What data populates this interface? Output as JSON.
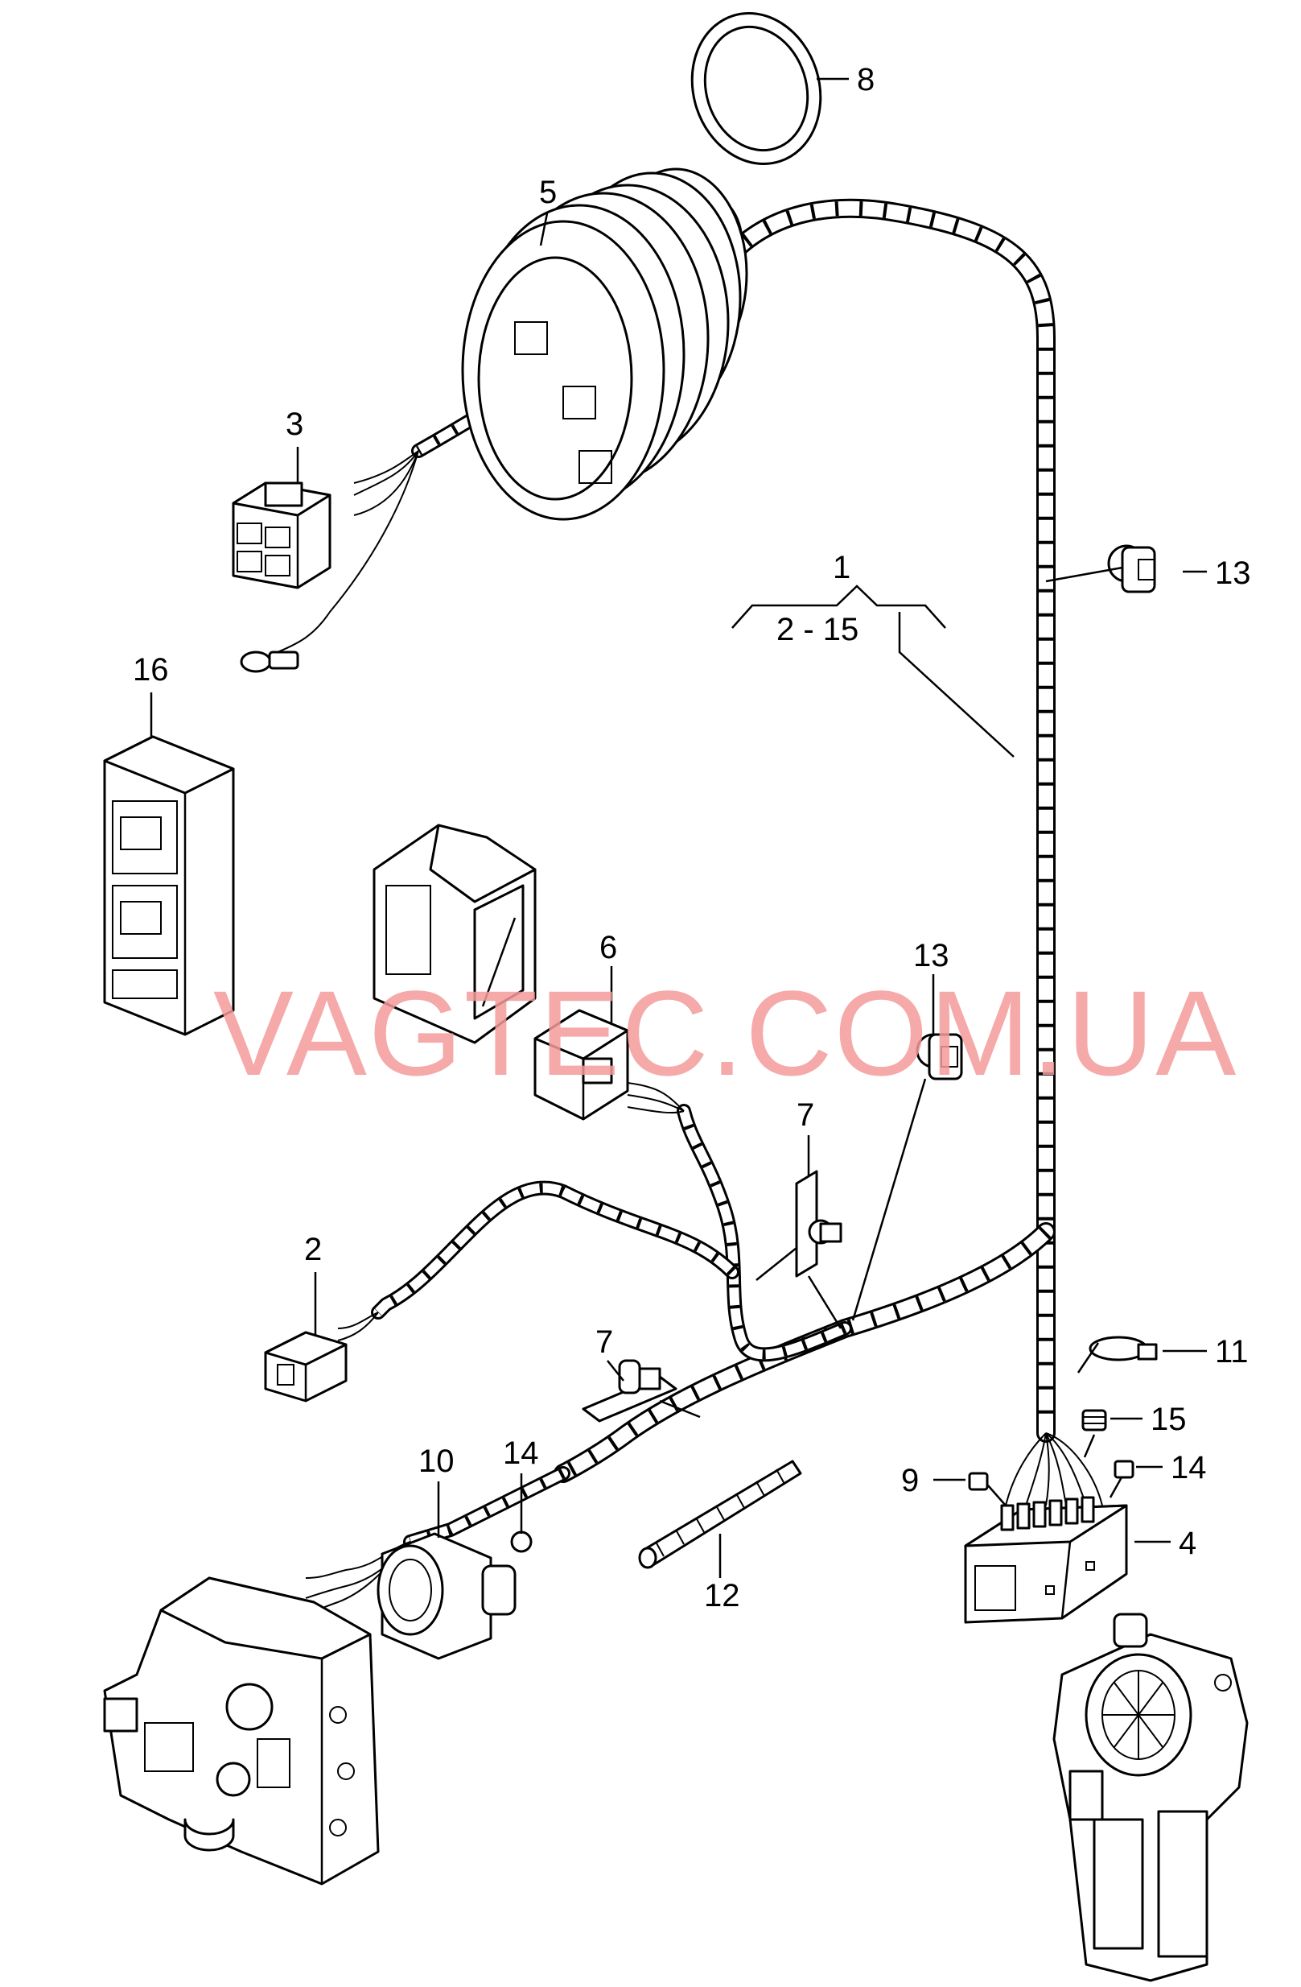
{
  "watermark": "VAGTEC.COM.UA",
  "labels": {
    "l1": "1",
    "l1_range": "2 - 15",
    "l2": "2",
    "l3": "3",
    "l4": "4",
    "l5": "5",
    "l6": "6",
    "l7a": "7",
    "l7b": "7",
    "l8": "8",
    "l9": "9",
    "l10": "10",
    "l11": "11",
    "l12": "12",
    "l13a": "13",
    "l13b": "13",
    "l14a": "14",
    "l14b": "14",
    "l15": "15",
    "l16": "16"
  },
  "colors": {
    "line": "#000000",
    "background": "#ffffff",
    "watermark": "#f39a9a"
  }
}
